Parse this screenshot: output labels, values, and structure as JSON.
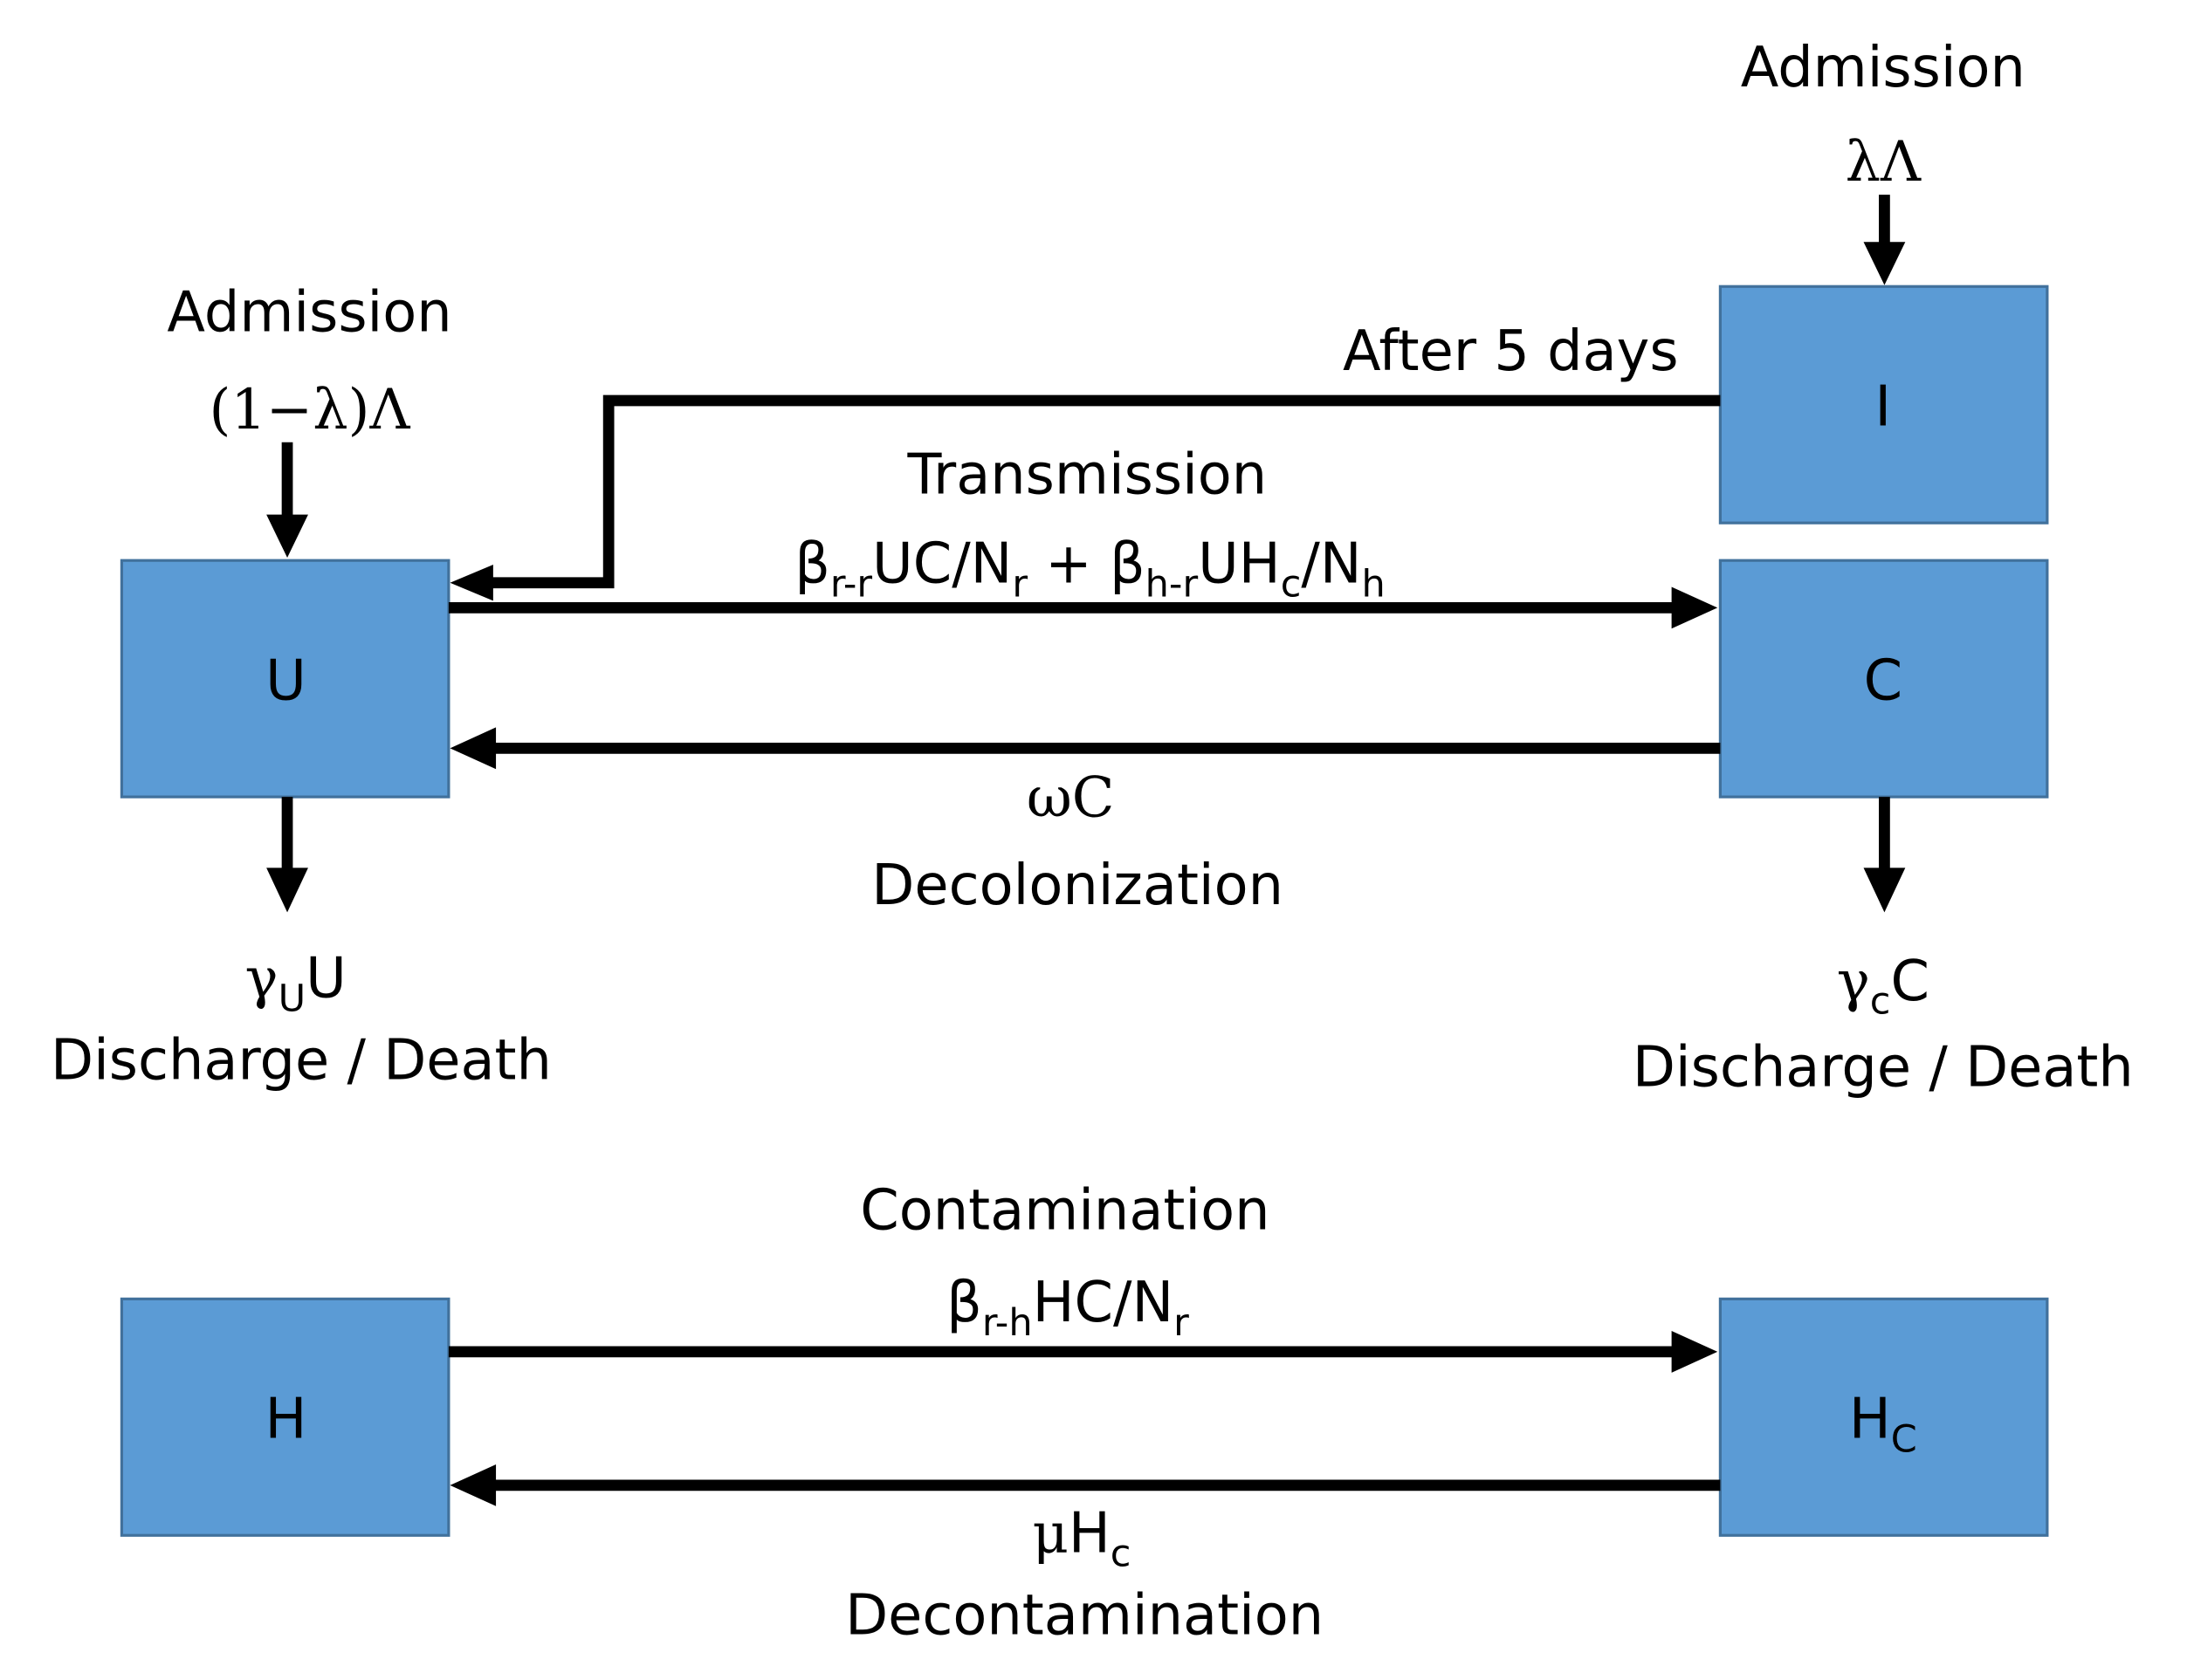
{
  "colors": {
    "box_fill": "#5b9bd5",
    "box_stroke": "#41719c",
    "arrow": "#000000",
    "text": "#000000"
  },
  "boxes": {
    "U": "U",
    "C": "C",
    "I": "I",
    "H": "H",
    "Hc": {
      "base": "H",
      "sub": "C"
    }
  },
  "admission_u": {
    "label": "Admission",
    "rate": "(1−λ)Λ"
  },
  "admission_i": {
    "label": "Admission",
    "rate": "λΛ"
  },
  "after_5_days": "After 5 days",
  "transmission": {
    "label": "Transmission",
    "rate": {
      "beta_1": "β",
      "sub_1": "r-r",
      "mid_1": "UC/N",
      "sub_2": "r",
      "plus": " + ",
      "beta_2": "β",
      "sub_3": "h-r",
      "mid_2": "UH",
      "sub_4": "c",
      "mid_3": "/N",
      "sub_5": "h"
    }
  },
  "decolonization": {
    "rate": "ωC",
    "label": "Decolonization"
  },
  "discharge_u": {
    "rate": {
      "gamma": "γ",
      "sub": "U",
      "tail": "U"
    },
    "label": "Discharge / Death"
  },
  "discharge_c": {
    "rate": {
      "gamma": "γ",
      "sub": "c",
      "tail": "C"
    },
    "label": "Discharge / Death"
  },
  "contamination": {
    "label": "Contamination",
    "rate": {
      "beta": "β",
      "sub_1": "r-h",
      "mid": "HC/N",
      "sub_2": "r"
    }
  },
  "decontamination": {
    "rate": {
      "mu": "μ",
      "base": "H",
      "sub": "c"
    },
    "label": "Decontamination"
  }
}
